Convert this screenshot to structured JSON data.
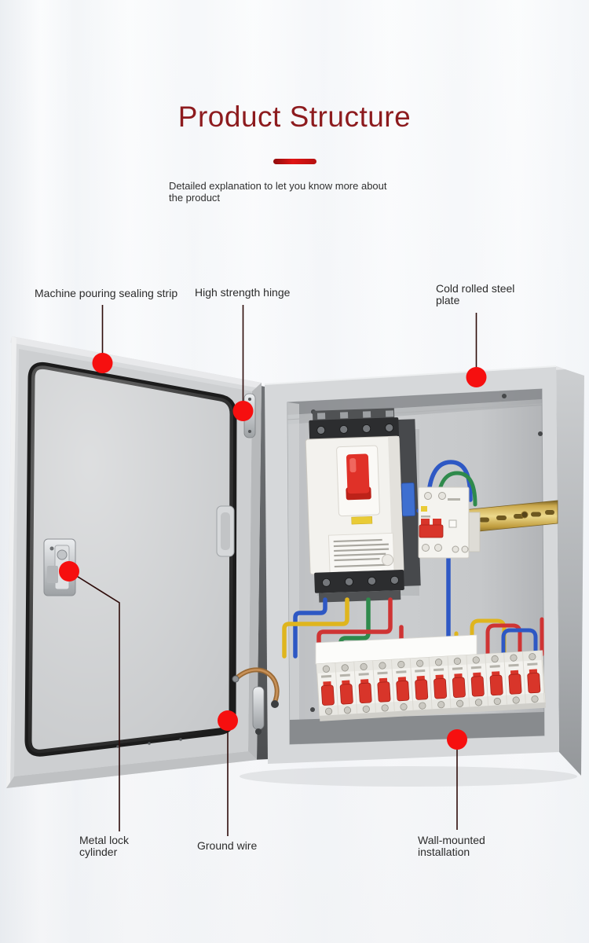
{
  "page": {
    "title": "Product Structure",
    "subtitle_line1": "Detailed explanation to let you know more about",
    "subtitle_line2": "the product"
  },
  "callouts": [
    {
      "label": "Machine pouring sealing strip"
    },
    {
      "label": "High strength hinge"
    },
    {
      "label": "Cold rolled steel plate"
    },
    {
      "label": "Metal lock cylinder"
    },
    {
      "label": "Ground wire"
    },
    {
      "label": "Wall-mounted installation"
    }
  ],
  "palette": {
    "title_red": "#8D1B1E",
    "accent_bar_red": "#D01212",
    "callout_dot_red": "#F60F0F",
    "callout_line_dark": "#2E0C0A",
    "label_text": "#2B2B2B",
    "cabinet_gray": "#C9CBCD",
    "gasket_black": "#1C1C1C",
    "breaker_toggle_red": "#D8352A",
    "din_rail_gold": "#C9A84C",
    "wire_blue": "#2E58C4",
    "wire_green": "#2F8A4C",
    "wire_yellow": "#DFB51E",
    "wire_red": "#CF3434",
    "ground_wire_copper": "#9A6A36"
  },
  "diagram_parts": [
    "cabinet-door",
    "door-seal-gasket",
    "door-lock",
    "door-handle",
    "hinge",
    "cabinet-box",
    "main-breaker",
    "rcd-breaker",
    "din-rail",
    "mcb-row",
    "wiring",
    "ground-wire"
  ]
}
